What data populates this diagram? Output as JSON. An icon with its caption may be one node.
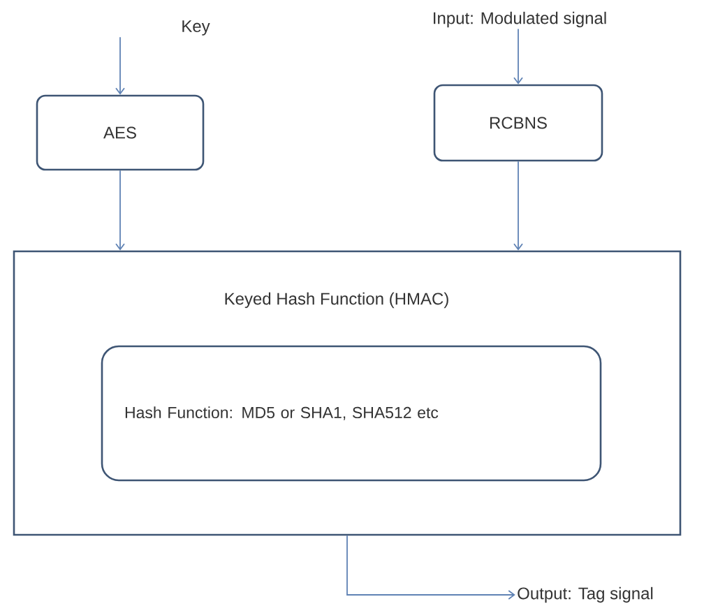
{
  "diagram": {
    "nodes": [
      {
        "text": [
          "Key"
        ]
      },
      {
        "text": [
          "Input: Modulated signal"
        ]
      },
      {
        "text": [
          "AES"
        ]
      },
      {
        "text": [
          "RCBNS"
        ]
      },
      {
        "text": [
          "Keyed Hash Function (HMAC)"
        ]
      },
      {
        "text": [
          "Hash Function: MD5 or SHA1, SHA512 etc"
        ],
        "in": 4
      },
      {
        "text": [
          "Output:  Tag signal"
        ]
      }
    ],
    "edges": [
      {
        "from": 0,
        "to": 2,
        "arrow": "to"
      },
      {
        "from": 1,
        "to": 3,
        "arrow": "to"
      },
      {
        "from": 2,
        "to": 4,
        "arrow": "to"
      },
      {
        "from": 3,
        "to": 4,
        "arrow": "to"
      },
      {
        "from": 4,
        "to": 6,
        "arrow": "to"
      }
    ]
  }
}
